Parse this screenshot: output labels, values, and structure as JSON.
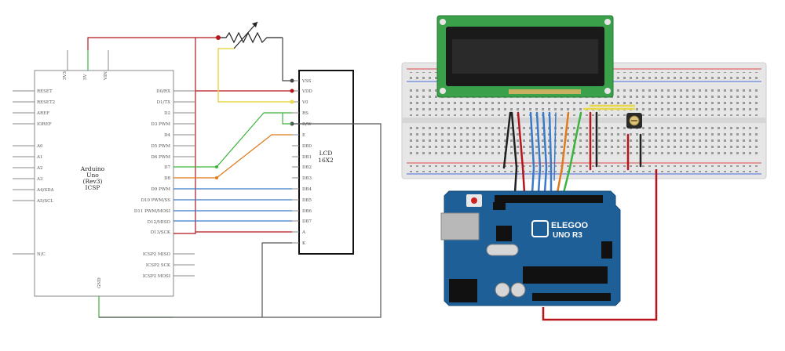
{
  "schematic": {
    "arduino": {
      "name_lines": [
        "Arduino",
        "Uno",
        "(Rev3)",
        "ICSP"
      ],
      "top_pins": [
        "3V3",
        "5V",
        "VIN"
      ],
      "left_pins": [
        "RESET",
        "RESET2",
        "AREF",
        "IOREF",
        "A0",
        "A1",
        "A2",
        "A3",
        "A4/SDA",
        "A5/SCL",
        "N/C"
      ],
      "right_pins": [
        "D0/RX",
        "D1/TX",
        "D2",
        "D3 PWM",
        "D4",
        "D5 PWM",
        "D6 PWM",
        "D7",
        "D8",
        "D9 PWM",
        "D10 PWM/SS",
        "D11 PWM/MOSI",
        "D12/MISO",
        "D13/SCK",
        "ICSP2 MISO",
        "ICSP2 SCK",
        "ICSP2 MOSI"
      ],
      "bottom_pin": "GND"
    },
    "lcd": {
      "title": "LCD",
      "subtitle": "16X2",
      "pins": [
        "VSS",
        "VDD",
        "V0",
        "RS",
        "R/W",
        "E",
        "DB0",
        "DB1",
        "DB2",
        "DB3",
        "DB4",
        "DB5",
        "DB6",
        "DB7",
        "A",
        "K"
      ]
    }
  },
  "board": {
    "brand": "ELEGOO",
    "model": "UNO R3"
  },
  "colors": {
    "wire_red": "#b5161c",
    "wire_green": "#3cb43c",
    "wire_yellow": "#e8d84a",
    "wire_orange": "#e07a1c",
    "wire_blue": "#3a7ac8",
    "wire_black": "#202020",
    "board_blue": "#1e5f98",
    "lcd_green": "#3aa04a",
    "breadboard": "#e6e6e6"
  }
}
